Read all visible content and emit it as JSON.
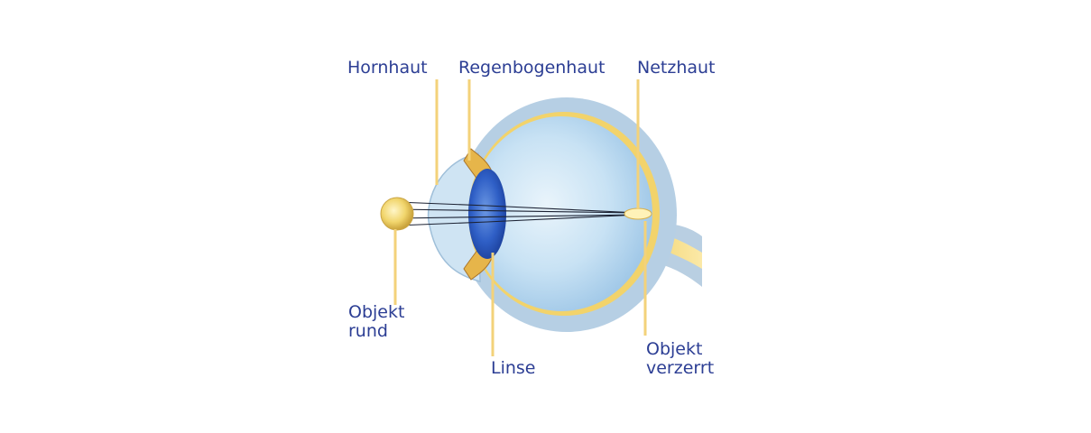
{
  "labels": {
    "cornea": "Hornhaut",
    "iris": "Regenbogenhaut",
    "retina": "Netzhaut",
    "object_line1": "Objekt",
    "object_line2": "rund",
    "lens": "Linse",
    "image_line1": "Objekt",
    "image_line2": "verzerrt"
  },
  "colors": {
    "label_text": "#2c3e94",
    "leader_line": "#f3d27a",
    "eyeball_fill": "#cfe6f6",
    "sclera": "#b4cde2",
    "retina_band": "#f2d36b",
    "lens_fill": "#2f63c9",
    "light_ray": "#1c2233"
  }
}
